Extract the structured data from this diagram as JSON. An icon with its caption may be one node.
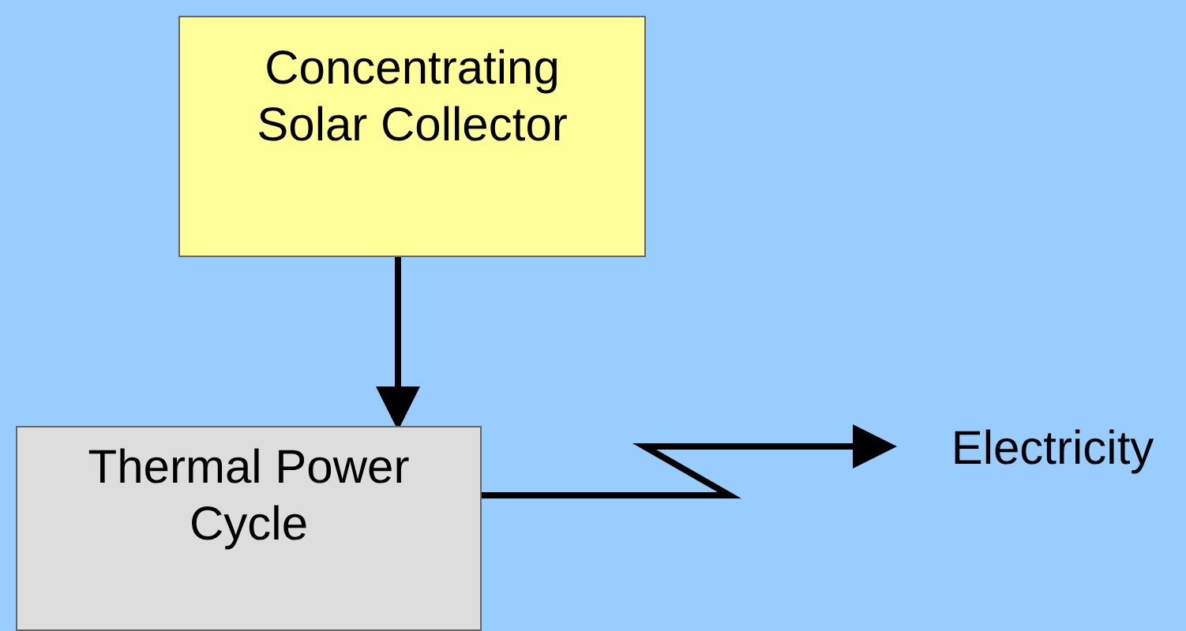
{
  "diagram": {
    "nodes": [
      {
        "text": [
          "Concentrating Solar Collector"
        ]
      },
      {
        "text": [
          "Thermal Power Cycle"
        ]
      },
      {
        "text": [
          "Electricity"
        ]
      }
    ],
    "edges": [
      {
        "from": 0,
        "to": 1,
        "arrow": "to"
      },
      {
        "from": 1,
        "to": 2,
        "arrow": "to"
      }
    ]
  }
}
